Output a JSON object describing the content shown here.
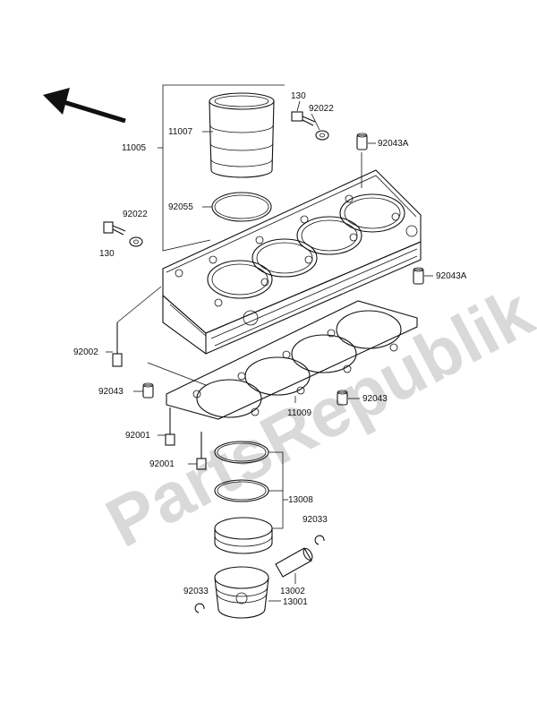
{
  "watermark": "PartsRepublik",
  "labels": {
    "p11005": "11005",
    "p11007": "11007",
    "p92055": "92055",
    "p130_top": "130",
    "p92022_top": "92022",
    "p92043A_top": "92043A",
    "p92022_left": "92022",
    "p130_left": "130",
    "p92043A_right": "92043A",
    "p92002": "92002",
    "p92043_left": "92043",
    "p92043_right": "92043",
    "p11009": "11009",
    "p92001_a": "92001",
    "p92001_b": "92001",
    "p13008": "13008",
    "p92033_right": "92033",
    "p13002": "13002",
    "p92033_left": "92033",
    "p13001": "13001"
  },
  "icons": {
    "direction": "arrow-up-left-icon"
  }
}
